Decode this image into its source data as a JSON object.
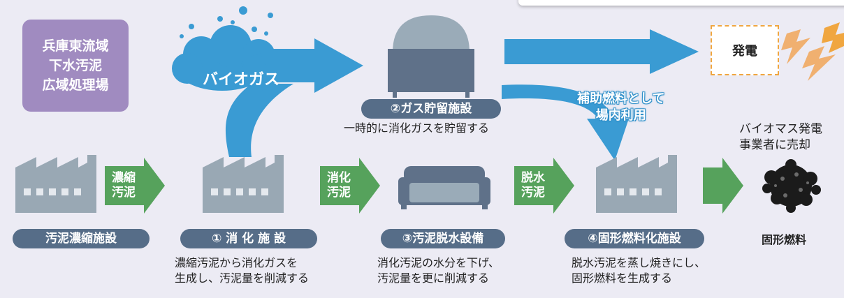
{
  "org_name": "兵庫東流域\n下水汚泥\n広域処理場",
  "biogas_label": "バイオガス",
  "power_label": "発電",
  "auxiliary_fuel_label": "補助燃料として\n場内利用",
  "sell_label": "バイオマス発電\n事業者に売却",
  "solid_fuel_label": "固形燃料",
  "arrows": {
    "thickened_sludge": "濃縮\n汚泥",
    "digested_sludge": "消化\n汚泥",
    "dewatered_sludge": "脱水\n汚泥"
  },
  "facilities": {
    "thickening": {
      "label": "汚泥濃縮施設"
    },
    "digestion": {
      "label": "① 消 化 施 設",
      "description": "濃縮汚泥から消化ガスを\n生成し、汚泥量を削減する"
    },
    "gas_storage": {
      "label": "②ガス貯留施設",
      "description": "一時的に消化ガスを貯留する"
    },
    "dewatering": {
      "label": "③汚泥脱水設備",
      "description": "消化汚泥の水分を下げ、\n汚泥量を更に削減する"
    },
    "solid_fuel": {
      "label": "④固形燃料化施設",
      "description": "脱水汚泥を蒸し焼きにし、\n固形燃料を生成する"
    }
  },
  "colors": {
    "background": "#ecebf4",
    "org_box": "#a08bc0",
    "facility_pill": "#566d88",
    "blue_arrow": "#3a9bd3",
    "green_arrow": "#56a25c",
    "factory": "#99a8b4",
    "power_border": "#f0a640"
  }
}
